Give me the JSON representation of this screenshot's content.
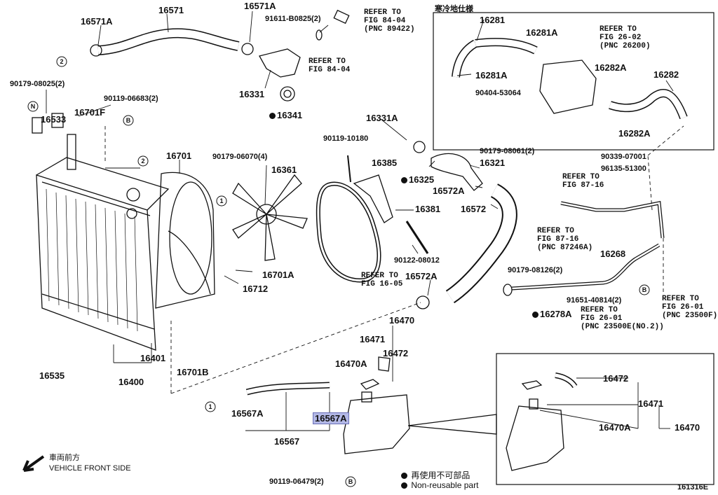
{
  "parts": {
    "p16571": "16571",
    "p16571A_left": "16571A",
    "p16571A_top": "16571A",
    "p91611": "91611-B0825(2)",
    "p16331": "16331",
    "p16341": "16341",
    "p90179_08025": "90179-08025(2)",
    "p90119_06683": "90119-06683(2)",
    "p16533": "16533",
    "p16701F": "16701F",
    "p16701": "16701",
    "p90179_06070": "90179-06070(4)",
    "p16361": "16361",
    "p90119_10180": "90119-10180",
    "p16331A": "16331A",
    "p16385": "16385",
    "p16325": "16325",
    "p90179_08061": "90179-08061(2)",
    "p16321": "16321",
    "p16572A_top": "16572A",
    "p16572": "16572",
    "p16381": "16381",
    "p90122_08012": "90122-08012",
    "p16572A_bot": "16572A",
    "p16701A": "16701A",
    "p16712": "16712",
    "p16401": "16401",
    "p16400": "16400",
    "p16701B": "16701B",
    "p16535": "16535",
    "p16470": "16470",
    "p16471": "16471",
    "p16472": "16472",
    "p16470A": "16470A",
    "p16567A_left": "16567A",
    "p16567A_hl": "16567A",
    "p16567": "16567",
    "p90119_06479": "90119-06479(2)",
    "p16281": "16281",
    "p16281A_top": "16281A",
    "p16281A_mid": "16281A",
    "p90404": "90404-53064",
    "p16282A_top": "16282A",
    "p16282": "16282",
    "p16282A_bot": "16282A",
    "p90339": "90339-07001",
    "p96135": "96135-51300",
    "p16268": "16268",
    "p90179_08126": "90179-08126(2)",
    "p91651": "91651-40814(2)",
    "p16278A": "16278A",
    "ins_16472": "16472",
    "ins_16471": "16471",
    "ins_16470A": "16470A",
    "ins_16470": "16470"
  },
  "refs": {
    "r1": "REFER TO\nFIG 84-04\n(PNC 89422)",
    "r2": "REFER TO\nFIG 84-04",
    "r3": "REFER TO\nFIG 26-02\n(PNC 26200)",
    "r4": "REFER TO\nFIG 87-16",
    "r5": "REFER TO\nFIG 87-16\n(PNC 87246A)",
    "r6": "REFER TO\nFIG 16-05",
    "r7": "REFER TO\nFIG 26-01\n(PNC 23500E(NO.2))",
    "r8": "REFER TO\nFIG 26-01\n(PNC 23500F)"
  },
  "inset_title": "寒冷地仕様",
  "legend": {
    "jp": "再使用不可部品",
    "en": "Non-reusable part"
  },
  "front": {
    "jp": "車両前方",
    "en": "VEHICLE FRONT SIDE"
  },
  "figure_id": "161316E",
  "markers": {
    "one": "1",
    "two": "2",
    "n": "N",
    "b": "B"
  }
}
